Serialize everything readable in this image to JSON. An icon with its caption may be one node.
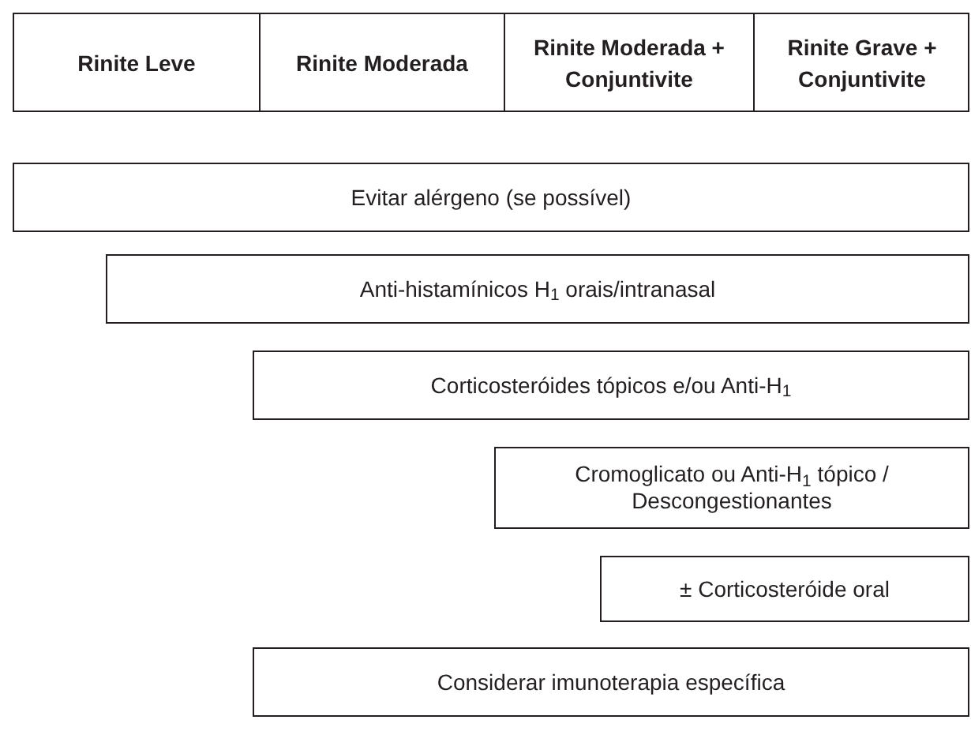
{
  "diagram": {
    "nodes": [
      {
        "text": [
          "Evitar alérgeno (se possível)"
        ]
      },
      {
        "text": [
          "Anti-histamínicos H$_{1}$ orais/intranasal"
        ]
      },
      {
        "text": [
          "Corticosteróides tópicos e/ou Anti-H$_{1}$"
        ]
      },
      {
        "text": [
          "Cromoglicato ou Anti-H$_{1}$ tópico / Descongestionantes"
        ]
      },
      {
        "text": [
          "± Corticosteróide oral"
        ]
      },
      {
        "text": [
          "Considerar imunoterapia específica"
        ]
      }
    ],
    "labels": [
      "Rinite Leve",
      "Rinite Moderada",
      "Rinite Moderada + Conjuntivite",
      "Rinite Grave + Conjuntivite"
    ]
  }
}
